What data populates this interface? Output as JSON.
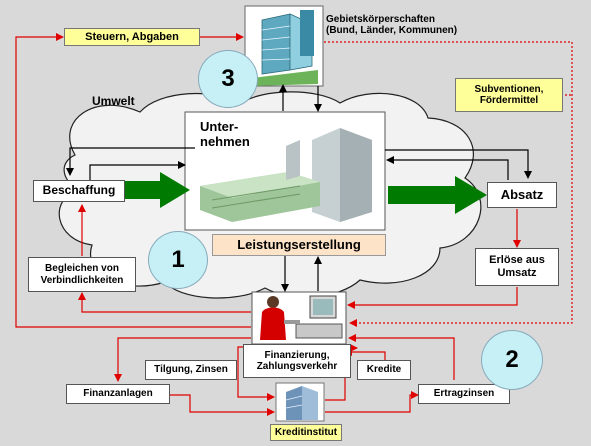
{
  "gebiet_label": "Gebietskörperschaften (Bund, Länder, Kommunen)",
  "steuern_label": "Steuern, Abgaben",
  "subventionen_label": "Subventionen, Fördermittel",
  "umwelt_label": "Umwelt",
  "unternehmen_label": "Unter-\nnehmen",
  "leistung_label": "Leistungserstellung",
  "beschaffung_label": "Beschaffung",
  "absatz_label": "Absatz",
  "erloese_label": "Erlöse aus Umsatz",
  "begleichen_label": "Begleichen von Verbindlichkeiten",
  "finanzierung_label": "Finanzierung, Zahlungsverkehr",
  "tilgung_label": "Tilgung, Zinsen",
  "kredite_label": "Kredite",
  "finanzanlagen_label": "Finanzanlagen",
  "ertragszinsen_label": "Ertragzinsen",
  "kreditinstitut_label": "Kreditinstitut",
  "circle_1": "1",
  "circle_2": "2",
  "circle_3": "3",
  "colors": {
    "arrow_red": "#e00000",
    "arrow_green": "#007a00",
    "cloud": "#f2f2f2",
    "yellow_box": "#ffff99",
    "circle": "#c6f0f5",
    "leistung_bg": "#fde3c8"
  },
  "icons": [
    "government-building-icon",
    "company-building-icon",
    "office-worker-icon",
    "bank-building-icon"
  ]
}
